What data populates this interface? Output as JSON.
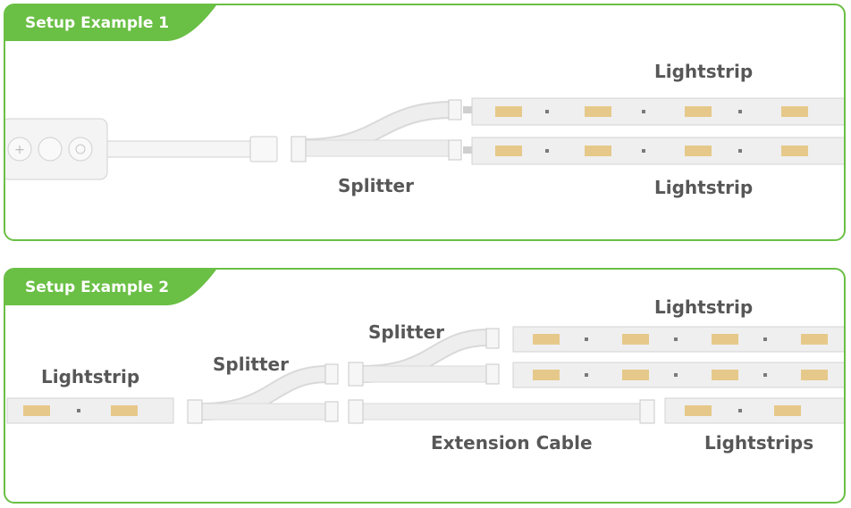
{
  "colors": {
    "accent": "#6abf45",
    "label": "#575757",
    "tab_text": "#ffffff"
  },
  "setup1": {
    "title": "Setup Example 1",
    "labels": {
      "lightstrip_top": "Lightstrip",
      "splitter": "Splitter",
      "lightstrip_bottom": "Lightstrip"
    }
  },
  "setup2": {
    "title": "Setup Example 2",
    "labels": {
      "lightstrip_left": "Lightstrip",
      "splitter_1": "Splitter",
      "splitter_2": "Splitter",
      "lightstrip_top": "Lightstrip",
      "extension_cable": "Extension Cable",
      "lightstrips": "Lightstrips"
    }
  }
}
